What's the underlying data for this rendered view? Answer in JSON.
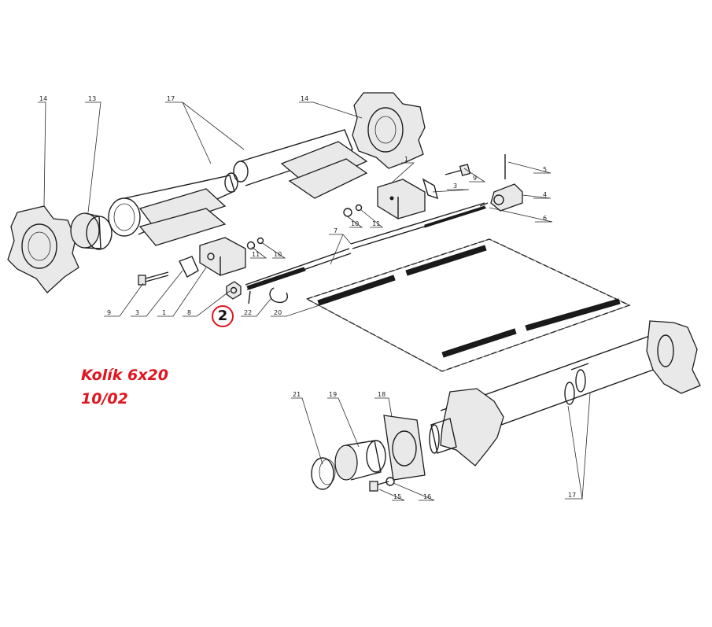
{
  "annotation": {
    "text_line1": "Kolík 6x20",
    "text_line2": "10/02",
    "marker_label": "2",
    "color": "#e0141e"
  },
  "callouts": {
    "c14a": "14",
    "c13": "13",
    "c17a": "17",
    "c14b": "14",
    "c1a": "1",
    "c3a": "3",
    "c9a": "9",
    "c5": "5",
    "c4": "4",
    "c6": "6",
    "c10a": "10",
    "c11a": "11",
    "c7": "7",
    "c11b": "11",
    "c10b": "10",
    "c9b": "9",
    "c3b": "3",
    "c1b": "1",
    "c8": "8",
    "c22": "22",
    "c20": "20",
    "c21": "21",
    "c19": "19",
    "c18": "18",
    "c15": "15",
    "c16": "16",
    "c17b": "17"
  }
}
